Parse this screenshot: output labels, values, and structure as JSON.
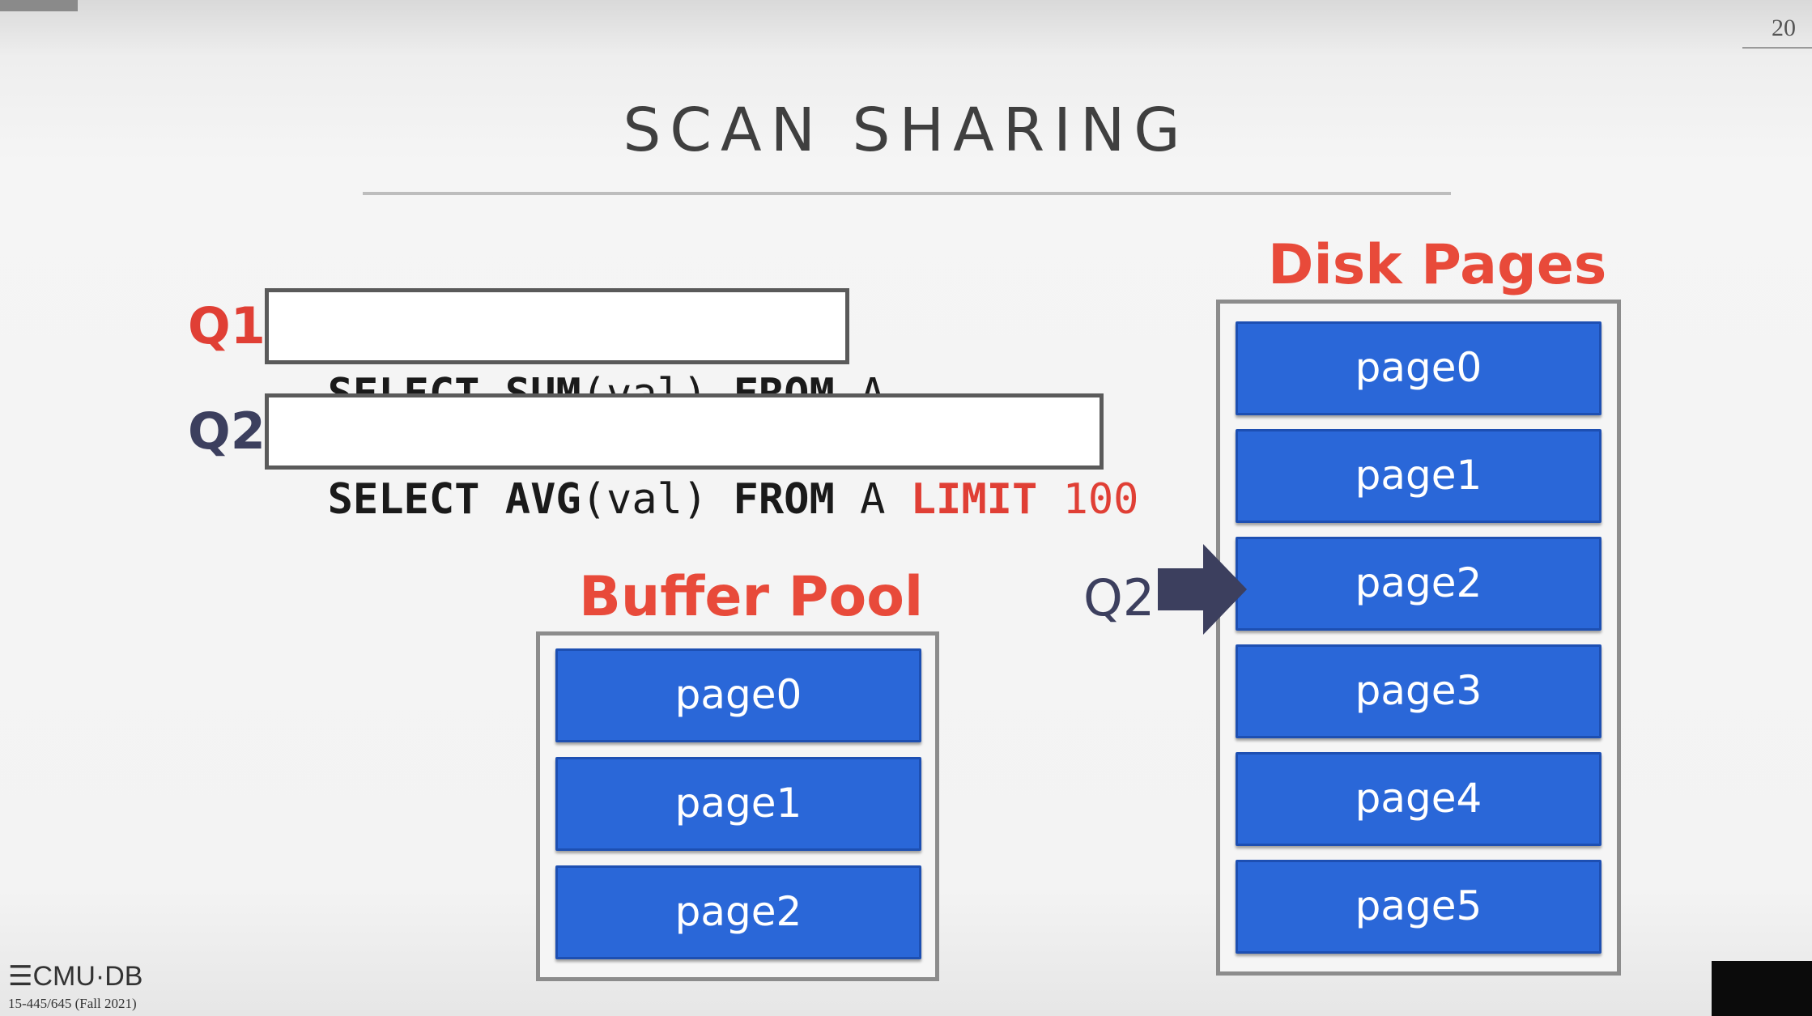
{
  "slide": {
    "number": "20",
    "title": "SCAN SHARING"
  },
  "queries": [
    {
      "label": "Q1",
      "parts": [
        {
          "text": "SELECT ",
          "style": "kw"
        },
        {
          "text": "SUM",
          "style": "kw"
        },
        {
          "text": "(val) ",
          "style": "plain"
        },
        {
          "text": "FROM ",
          "style": "kw"
        },
        {
          "text": "A",
          "style": "plain"
        }
      ]
    },
    {
      "label": "Q2",
      "parts": [
        {
          "text": "SELECT ",
          "style": "kw"
        },
        {
          "text": "AVG",
          "style": "kw"
        },
        {
          "text": "(val) ",
          "style": "plain"
        },
        {
          "text": "FROM ",
          "style": "kw"
        },
        {
          "text": "A ",
          "style": "plain"
        },
        {
          "text": "LIMIT ",
          "style": "red kw"
        },
        {
          "text": "100",
          "style": "red"
        }
      ]
    }
  ],
  "buffer_pool": {
    "title": "Buffer Pool",
    "pages": [
      "page0",
      "page1",
      "page2"
    ]
  },
  "disk_pages": {
    "title": "Disk Pages",
    "pages": [
      "page0",
      "page1",
      "page2",
      "page3",
      "page4",
      "page5"
    ]
  },
  "pointer": {
    "label": "Q2",
    "target": "page2"
  },
  "footer": {
    "logo": "CMU·DB",
    "course": "15-445/645 (Fall 2021)"
  },
  "colors": {
    "page_fill": "#2a67d8",
    "accent_red": "#e03f35",
    "query_dark": "#3c3f5e"
  }
}
